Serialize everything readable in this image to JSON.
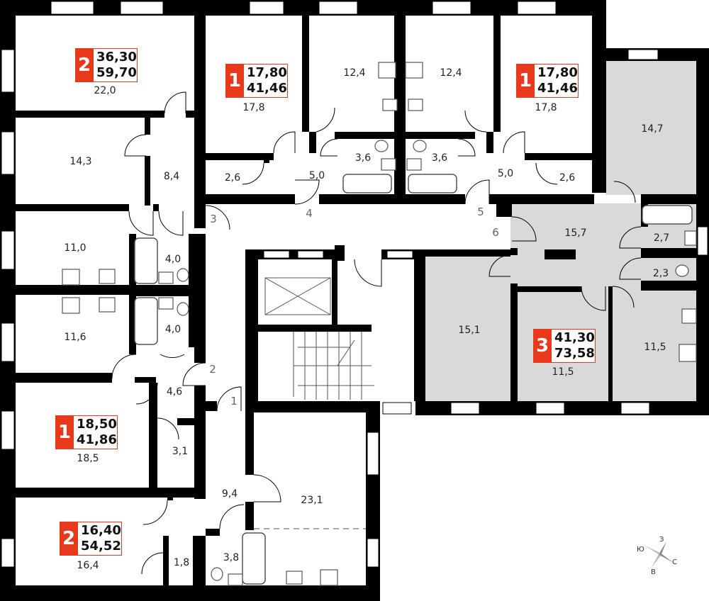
{
  "apartments": [
    {
      "rooms": "2",
      "living": "36,30",
      "total": "59,70"
    },
    {
      "rooms": "1",
      "living": "17,80",
      "total": "41,46"
    },
    {
      "rooms": "1",
      "living": "17,80",
      "total": "41,46"
    },
    {
      "rooms": "1",
      "living": "18,50",
      "total": "41,86"
    },
    {
      "rooms": "2",
      "living": "16,40",
      "total": "54,52"
    },
    {
      "rooms": "3",
      "living": "41,30",
      "total": "73,58"
    }
  ],
  "room_areas": [
    "22,0",
    "14,3",
    "8,4",
    "17,8",
    "12,4",
    "12,4",
    "17,8",
    "14,7",
    "2,6",
    "5,0",
    "3,6",
    "3,6",
    "5,0",
    "2,6",
    "11,0",
    "4,0",
    "15,7",
    "2,7",
    "2,3",
    "11,6",
    "4,0",
    "15,1",
    "11,5",
    "11,5",
    "4,6",
    "3,1",
    "18,5",
    "9,4",
    "23,1",
    "3,8",
    "1,8",
    "16,4"
  ],
  "corridor_numbers": [
    "1",
    "2",
    "3",
    "4",
    "5",
    "6"
  ],
  "compass": {
    "north": "С",
    "south": "Ю",
    "west": "З",
    "east": "В"
  },
  "colors": {
    "wall": "#000000",
    "accent": "#e8391d",
    "highlight_fill": "#d9d9d9",
    "fixture": "#555555"
  }
}
